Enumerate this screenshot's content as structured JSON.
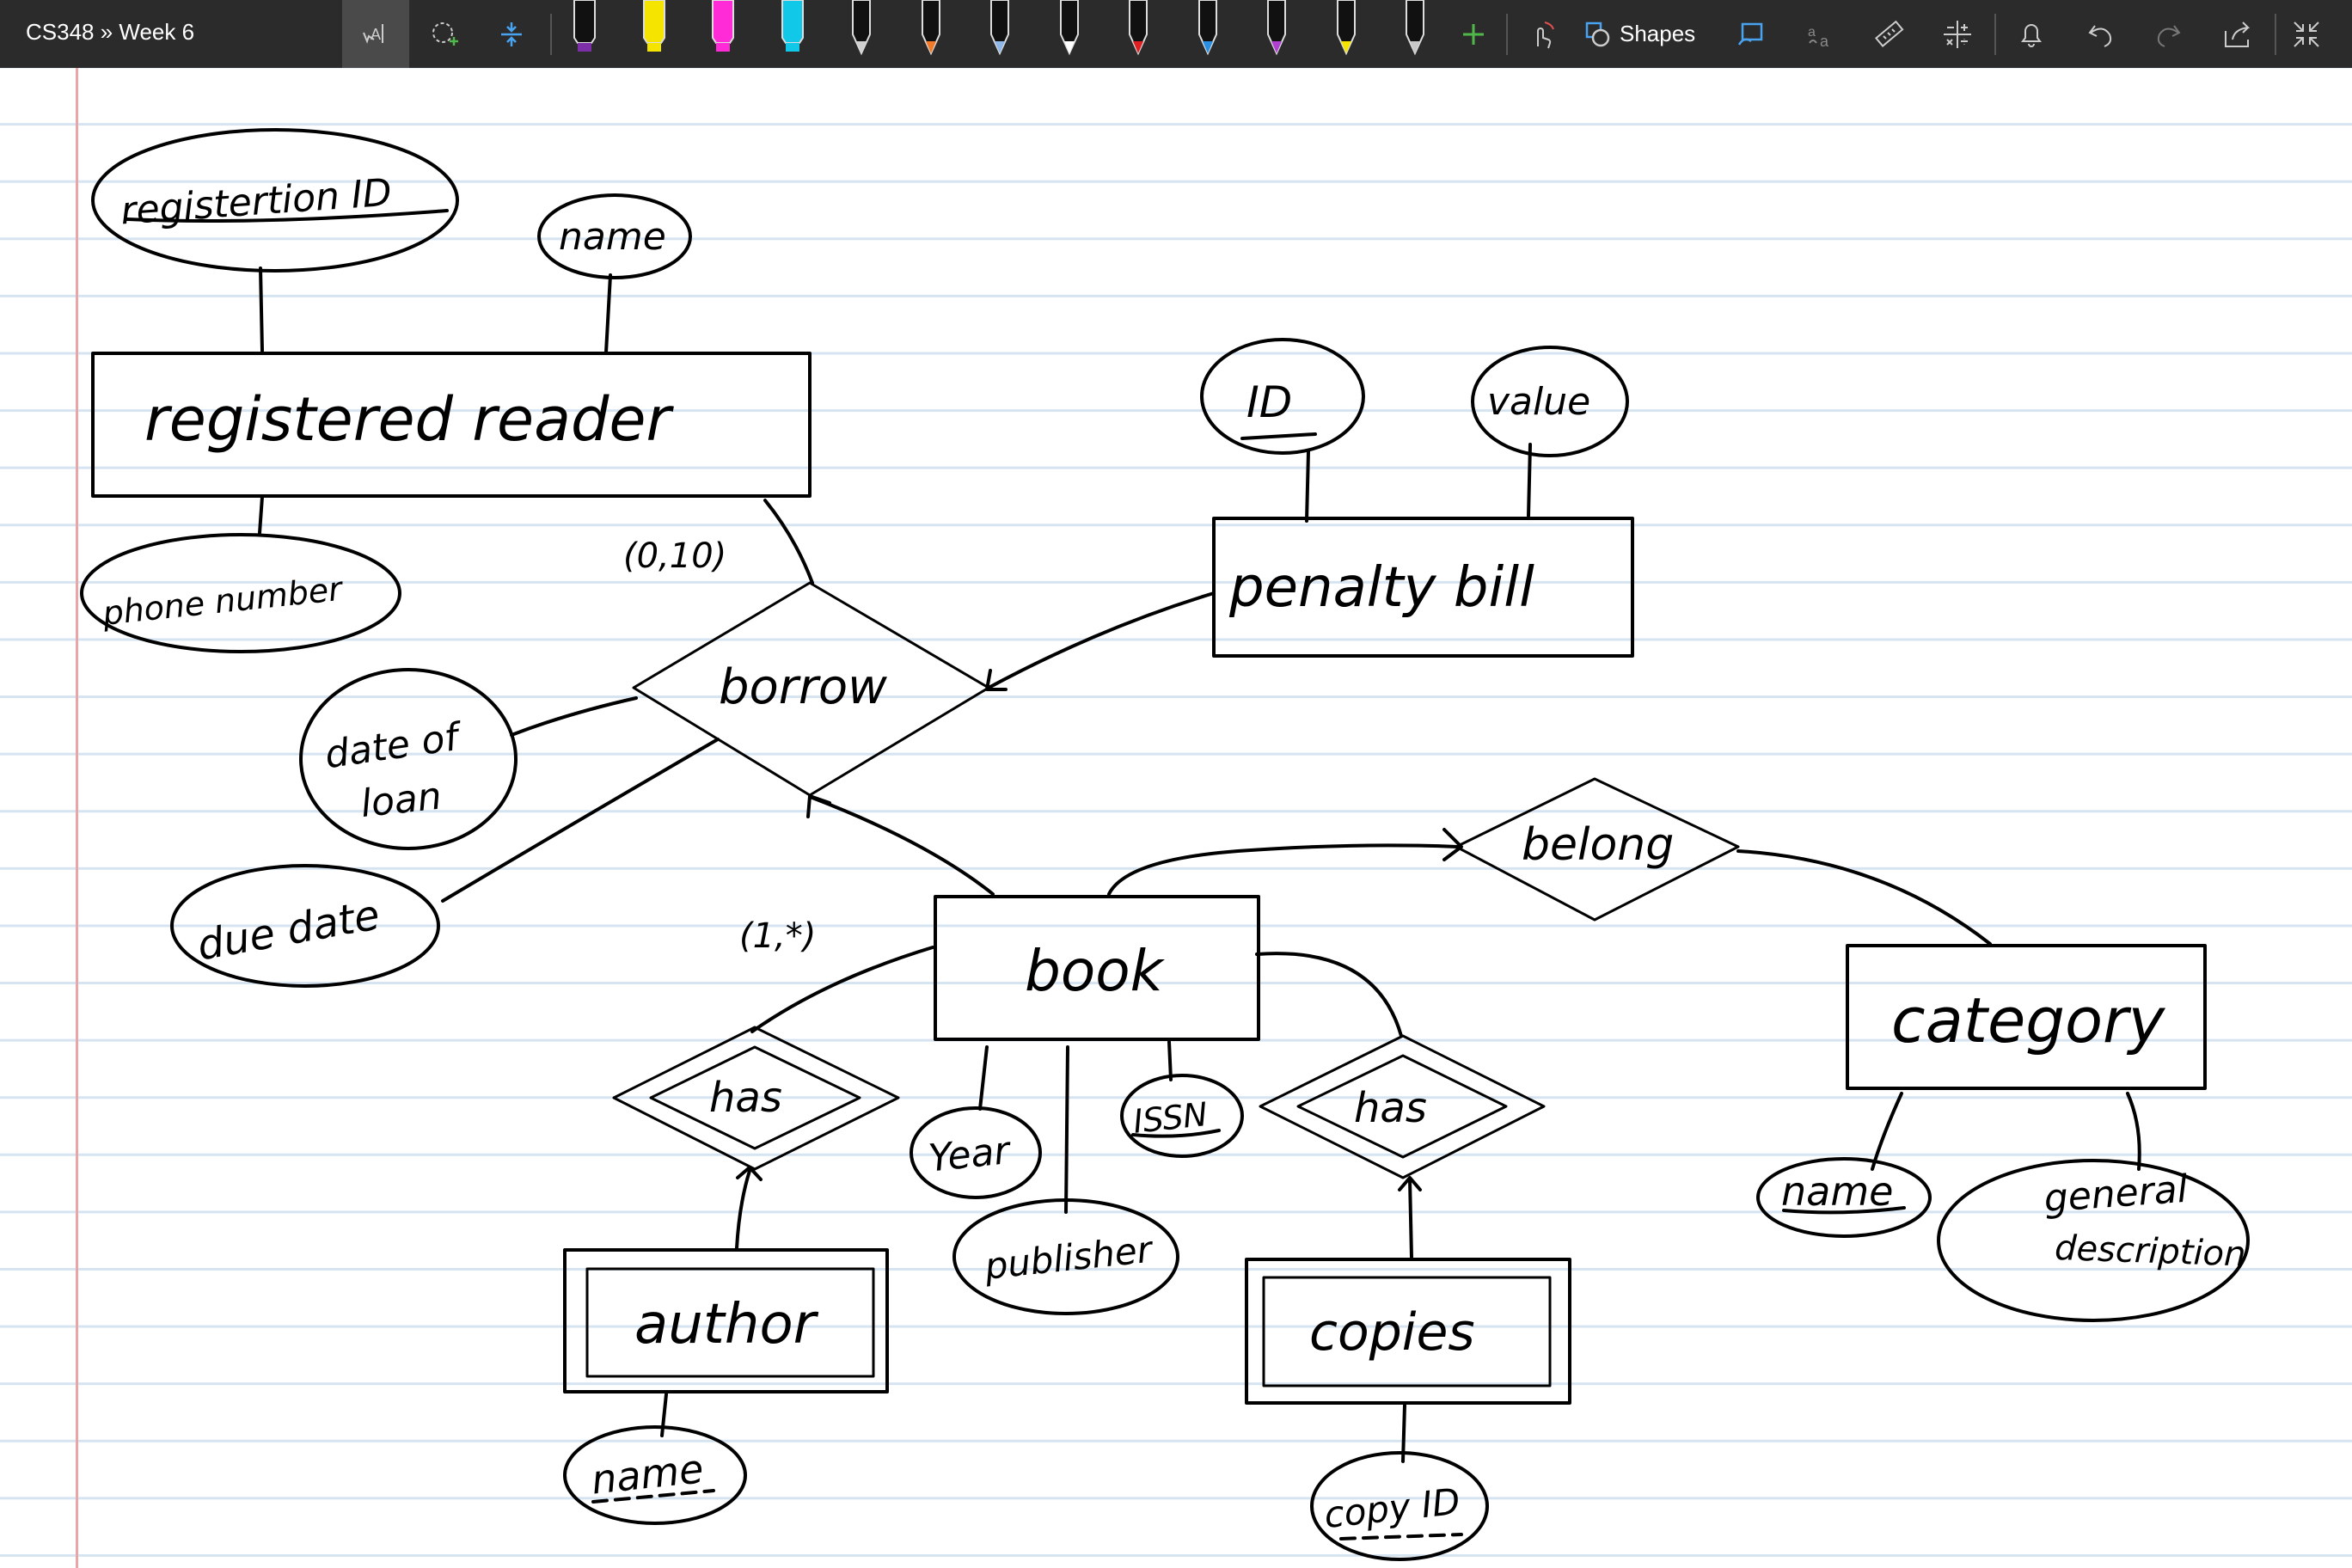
{
  "window": {
    "breadcrumb": "CS348 » Week 6"
  },
  "toolbar": {
    "shapes_label": "Shapes",
    "pen_colors": [
      "#7d2fa8",
      "#f5e400",
      "#ff2bd6",
      "#11c8e8",
      "#d0d0d0",
      "#f07a2a",
      "#8fb8e8",
      "#ffffff",
      "#e02020",
      "#2a8fe0",
      "#b040d0",
      "#f5e400",
      "#c8c8c8"
    ],
    "accent": "#4fb848",
    "icons": [
      "lasso-text-select-icon",
      "lasso-select-icon",
      "add-space-icon",
      "touch-draw-icon",
      "shapes-icon",
      "ink-to-shape-icon",
      "ink-to-text-icon",
      "ruler-icon",
      "math-icon",
      "bell-icon",
      "undo-icon",
      "redo-icon",
      "share-icon",
      "collapse-icon"
    ]
  },
  "diagram": {
    "entities": {
      "registered_reader": "registered reader",
      "penalty_bill": "penalty bill",
      "book": "book",
      "category": "category",
      "author": "author",
      "copies": "copies"
    },
    "relationships": {
      "borrow": "borrow",
      "belong": "belong",
      "has_author": "has",
      "has_copies": "has"
    },
    "attributes": {
      "registration_id": "registertion ID",
      "reader_name": "name",
      "phone_number": "phone number",
      "bill_id": "ID",
      "bill_value": "value",
      "date_of_loan_1": "date of",
      "date_of_loan_2": "loan",
      "due_date": "due date",
      "year": "Year",
      "publisher": "publisher",
      "issn": "ISSN",
      "category_name": "name",
      "general_description_1": "general",
      "general_description_2": "description",
      "author_name": "name",
      "copy_id": "copy ID"
    },
    "cardinalities": {
      "reader_borrow": "(0,10)",
      "book_borrow": "(1,*)"
    }
  }
}
